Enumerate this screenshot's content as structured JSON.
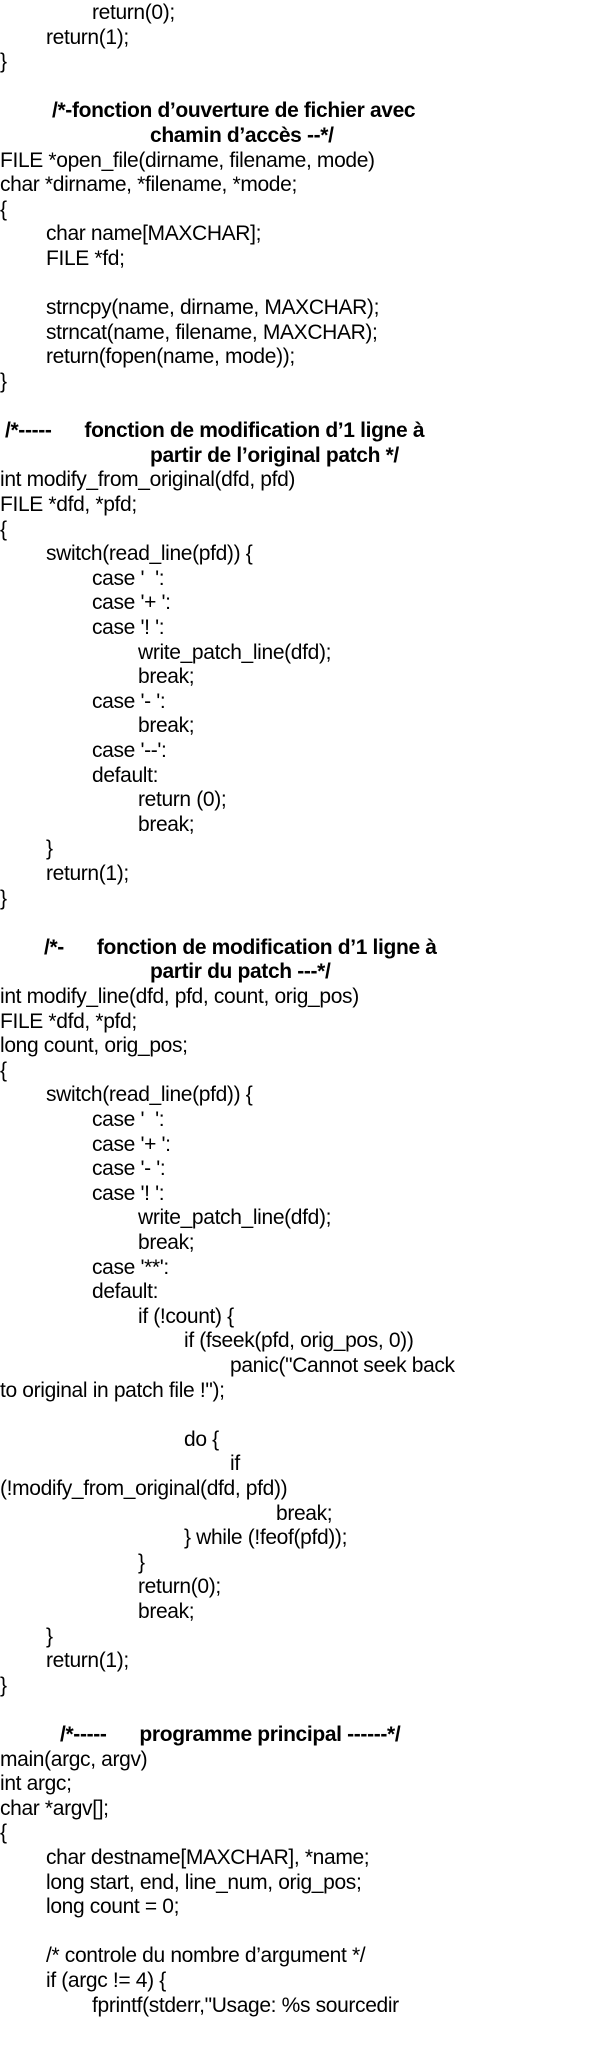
{
  "lines": [
    {
      "text": "return(0);",
      "indent": 2
    },
    {
      "text": "return(1);",
      "indent": 1
    },
    {
      "text": "}",
      "indent": 0
    },
    {
      "text": "",
      "indent": 0
    },
    {
      "text": "/*-fonction d’ouverture de fichier avec",
      "indent": 0,
      "comment": true
    },
    {
      "text": "chamin d’accès --*/",
      "indent": 0,
      "comment": true
    },
    {
      "text": "FILE *open_file(dirname, filename, mode)",
      "indent": 0
    },
    {
      "text": "char *dirname, *filename, *mode;",
      "indent": 0
    },
    {
      "text": "{",
      "indent": 0
    },
    {
      "text": "char name[MAXCHAR];",
      "indent": 1
    },
    {
      "text": "FILE *fd;",
      "indent": 1
    },
    {
      "text": "",
      "indent": 0
    },
    {
      "text": "strncpy(name, dirname, MAXCHAR);",
      "indent": 1
    },
    {
      "text": "strncat(name, filename, MAXCHAR);",
      "indent": 1
    },
    {
      "text": "return(fopen(name, mode));",
      "indent": 1
    },
    {
      "text": "}",
      "indent": 0
    },
    {
      "text": "",
      "indent": 0
    },
    {
      "text": "/*-----      fonction de modification d’1 ligne à",
      "indent": 0,
      "comment": true
    },
    {
      "text": "partir de l’original patch */",
      "indent": 0,
      "comment": true
    },
    {
      "text": "int modify_from_original(dfd, pfd)",
      "indent": 0
    },
    {
      "text": "FILE *dfd, *pfd;",
      "indent": 0
    },
    {
      "text": "{",
      "indent": 0
    },
    {
      "text": "switch(read_line(pfd)) {",
      "indent": 1
    },
    {
      "text": "case '  ':",
      "indent": 2
    },
    {
      "text": "case '+ ':",
      "indent": 2
    },
    {
      "text": "case '! ':",
      "indent": 2
    },
    {
      "text": "write_patch_line(dfd);",
      "indent": 3
    },
    {
      "text": "break;",
      "indent": 3
    },
    {
      "text": "case '- ':",
      "indent": 2
    },
    {
      "text": "break;",
      "indent": 3
    },
    {
      "text": "case '--':",
      "indent": 2
    },
    {
      "text": "default:",
      "indent": 2
    },
    {
      "text": "return (0);",
      "indent": 3
    },
    {
      "text": "break;",
      "indent": 3
    },
    {
      "text": "}",
      "indent": 1
    },
    {
      "text": "return(1);",
      "indent": 1
    },
    {
      "text": "}",
      "indent": 0
    },
    {
      "text": "",
      "indent": 0
    },
    {
      "text": "/*-      fonction de modification d’1 ligne à",
      "indent": 0,
      "comment": true
    },
    {
      "text": "partir du patch ---*/",
      "indent": 0,
      "comment": true
    },
    {
      "text": "int modify_line(dfd, pfd, count, orig_pos)",
      "indent": 0
    },
    {
      "text": "FILE *dfd, *pfd;",
      "indent": 0
    },
    {
      "text": "long count, orig_pos;",
      "indent": 0
    },
    {
      "text": "{",
      "indent": 0
    },
    {
      "text": "switch(read_line(pfd)) {",
      "indent": 1
    },
    {
      "text": "case '  ':",
      "indent": 2
    },
    {
      "text": "case '+ ':",
      "indent": 2
    },
    {
      "text": "case '- ':",
      "indent": 2
    },
    {
      "text": "case '! ':",
      "indent": 2
    },
    {
      "text": "write_patch_line(dfd);",
      "indent": 3
    },
    {
      "text": "break;",
      "indent": 3
    },
    {
      "text": "case '**':",
      "indent": 2
    },
    {
      "text": "default:",
      "indent": 2
    },
    {
      "text": "if (!count) {",
      "indent": 3
    },
    {
      "text": "if (fseek(pfd, orig_pos, 0))",
      "indent": 4
    },
    {
      "text": "panic(\"Cannot seek back",
      "indent": 5
    },
    {
      "text": "to original in patch file !\");",
      "indent": 0
    },
    {
      "text": "",
      "indent": 0
    },
    {
      "text": "do {",
      "indent": 4
    },
    {
      "text": "if",
      "indent": 5
    },
    {
      "text": "(!modify_from_original(dfd, pfd))",
      "indent": 0
    },
    {
      "text": "break;",
      "indent": 6
    },
    {
      "text": "} while (!feof(pfd));",
      "indent": 4
    },
    {
      "text": "}",
      "indent": 3
    },
    {
      "text": "return(0);",
      "indent": 3
    },
    {
      "text": "break;",
      "indent": 3
    },
    {
      "text": "}",
      "indent": 1
    },
    {
      "text": "return(1);",
      "indent": 1
    },
    {
      "text": "}",
      "indent": 0
    },
    {
      "text": "",
      "indent": 0
    },
    {
      "text": "/*-----      programme principal ------*/",
      "indent": 0,
      "comment": true
    },
    {
      "text": "main(argc, argv)",
      "indent": 0
    },
    {
      "text": "int argc;",
      "indent": 0
    },
    {
      "text": "char *argv[];",
      "indent": 0
    },
    {
      "text": "{",
      "indent": 0
    },
    {
      "text": "char destname[MAXCHAR], *name;",
      "indent": 1
    },
    {
      "text": "long start, end, line_num, orig_pos;",
      "indent": 1
    },
    {
      "text": "long count = 0;",
      "indent": 1
    },
    {
      "text": "",
      "indent": 0
    },
    {
      "text": "/* controle du nombre d’argument */",
      "indent": 1
    },
    {
      "text": "if (argc != 4) {",
      "indent": 1
    },
    {
      "text": "fprintf(stderr,\"Usage: %s sourcedir",
      "indent": 2
    }
  ]
}
